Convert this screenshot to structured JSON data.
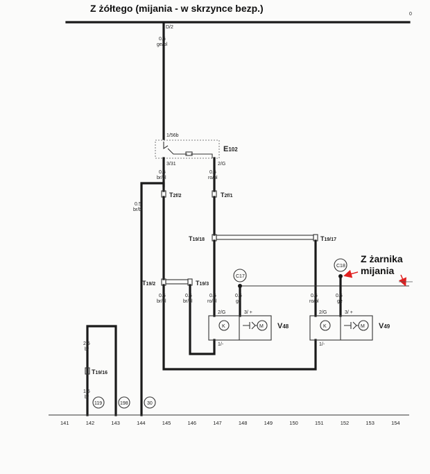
{
  "annotations": {
    "top_note": "Z żółtego (mijania - w skrzynce bezp.)",
    "bulb_note_line1": "Z żarnika",
    "bulb_note_line2": "mijania"
  },
  "top_bus": {
    "mark": "0",
    "tap": "D/2"
  },
  "wires": {
    "w_top_size": "0.5",
    "w_top_color": "ge/bl",
    "w_e102_in_pin": "1/56b",
    "w_left_pin": "3/31",
    "w_left_size": "0.5",
    "w_left_color": "br/bl",
    "w_right_pin": "2/G",
    "w_right_size": "0.5",
    "w_right_color": "ro/bl",
    "w_144_size": "0.5",
    "w_144_color": "br/bl",
    "w_145_size": "0.5",
    "w_145_color": "br/bl",
    "w_146_size": "0.5",
    "w_146_color": "br/bl",
    "w_147_size": "0.5",
    "w_147_color": "ro/bl",
    "w_148_size": "0.5",
    "w_148_color": "ge",
    "w_151_size": "0.5",
    "w_151_color": "ro/bl",
    "w_152_size": "0.5",
    "w_152_color": "ge",
    "w_142a_size": "2,5",
    "w_142a_color": "br",
    "w_142b_size": "1,5",
    "w_142b_color": "br"
  },
  "components": {
    "e102": "E",
    "e102_sub": "102",
    "v48": "V",
    "v48_sub": "48",
    "v49": "V",
    "v49_sub": "49",
    "motor_symbol": "M",
    "k_symbol": "K",
    "v48_pin_2g": "2/G",
    "v48_pin_3p": "3/ +",
    "v48_pin_1m": "1/-",
    "v49_pin_2g": "2/G",
    "v49_pin_3p": "3/ +",
    "v49_pin_1m": "1/-"
  },
  "connectors": {
    "t2f2": "T",
    "t2f2_sub": "2f/2",
    "t2f1": "T",
    "t2f1_sub": "2f/1",
    "t19_18": "T",
    "t19_18_sub": "19/18",
    "t19_17": "T",
    "t19_17_sub": "19/17",
    "t19_2": "T",
    "t19_2_sub": "19/2",
    "t19_3": "T",
    "t19_3_sub": "19/3",
    "t19_16": "T",
    "t19_16_sub": "19/16"
  },
  "ground_points": {
    "c17": "C17",
    "c18": "C18"
  },
  "circled_refs": {
    "r119": "119",
    "r198": "198",
    "r30": "30"
  },
  "columns": [
    "141",
    "142",
    "143",
    "144",
    "145",
    "146",
    "147",
    "148",
    "149",
    "150",
    "151",
    "152",
    "153",
    "154"
  ],
  "colors": {
    "ink": "#1a1a1a",
    "paper": "#fbfbfa",
    "accent": "#e02020"
  }
}
